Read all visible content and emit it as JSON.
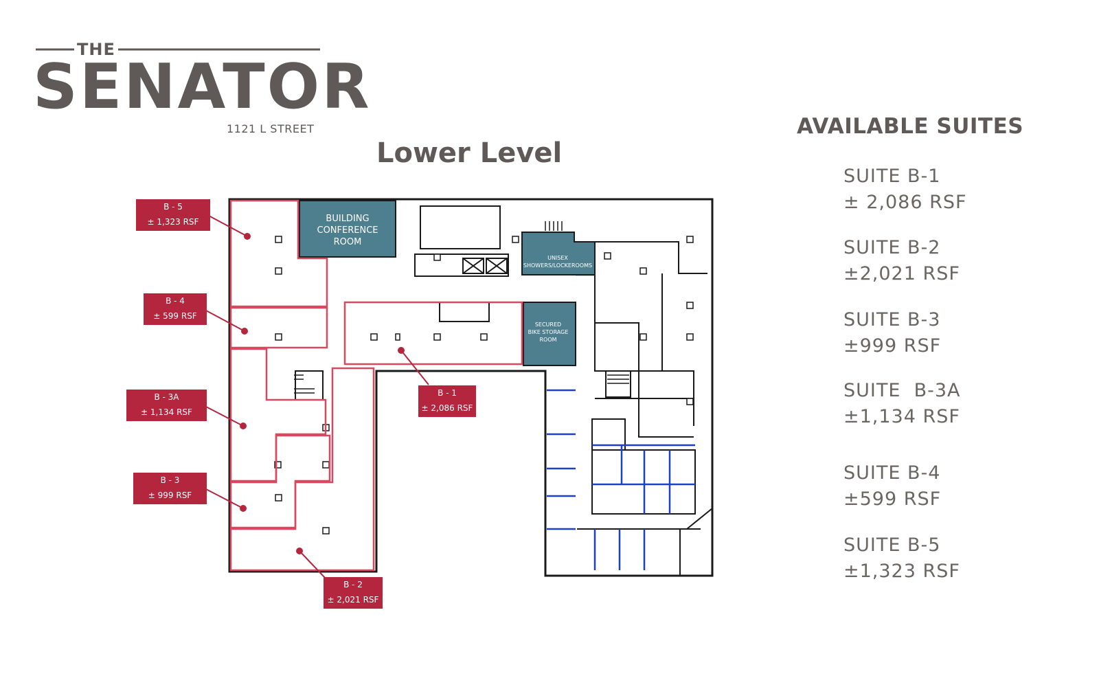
{
  "brand": {
    "the": "THE",
    "name": "SENATOR",
    "address": "1121 L STREET"
  },
  "plan": {
    "title": "Lower Level",
    "rooms": {
      "conference": [
        "BUILDING",
        "CONFERENCE",
        "ROOM"
      ],
      "showers": [
        "UNISEX",
        "SHOWERS/LOCKEROOMS"
      ],
      "bike": [
        "SECURED",
        "BIKE STORAGE",
        "ROOM"
      ]
    },
    "tags": [
      {
        "id": "B - 5",
        "area": "± 1,323 RSF"
      },
      {
        "id": "B - 4",
        "area": "± 599 RSF"
      },
      {
        "id": "B - 3A",
        "area": "± 1,134 RSF"
      },
      {
        "id": "B - 3",
        "area": "± 999 RSF"
      },
      {
        "id": "B - 1",
        "area": "± 2,086 RSF"
      },
      {
        "id": "B - 2",
        "area": "± 2,021 RSF"
      }
    ],
    "colors": {
      "suite_outline": "#d9485f",
      "tag": "#b3263e",
      "amenity": "#4d7f8f",
      "wall": "#1a1a1a",
      "partition": "#1d3fc9"
    }
  },
  "available": {
    "title": "AVAILABLE SUITES",
    "suites": [
      {
        "name": "SUITE B-1",
        "area": "± 2,086 RSF"
      },
      {
        "name": "SUITE B-2",
        "area": "±2,021 RSF"
      },
      {
        "name": "SUITE B-3",
        "area": "±999 RSF"
      },
      {
        "name": "SUITE  B-3A",
        "area": "±1,134 RSF"
      },
      {
        "name": "SUITE B-4",
        "area": "±599 RSF"
      },
      {
        "name": "SUITE B-5",
        "area": "±1,323 RSF"
      }
    ]
  }
}
